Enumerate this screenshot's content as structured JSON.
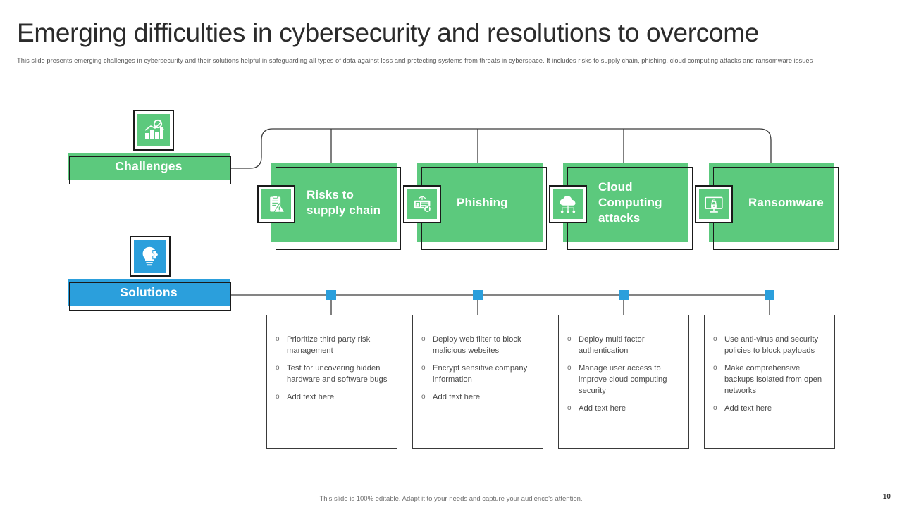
{
  "header": {
    "title": "Emerging difficulties in cybersecurity and resolutions to overcome",
    "subtitle": "This slide presents emerging challenges in cybersecurity and their solutions helpful in safeguarding all types of data against loss and protecting systems from threats in cyberspace. It includes risks to supply chain, phishing, cloud computing attacks and ransomware issues"
  },
  "colors": {
    "green": "#5CC97D",
    "blue": "#2B9FDC",
    "outline": "#1a1a1a",
    "text": "#4a4a4a"
  },
  "rows": {
    "challenges": {
      "label": "Challenges",
      "icon": "bar-chart-magnifier-icon"
    },
    "solutions": {
      "label": "Solutions",
      "icon": "lightbulb-puzzle-icon"
    }
  },
  "challenges": [
    {
      "label": "Risks to supply chain",
      "icon": "clipboard-warning-icon"
    },
    {
      "label": "Phishing",
      "icon": "id-card-lock-icon"
    },
    {
      "label": "Cloud Computing attacks",
      "icon": "cloud-network-icon"
    },
    {
      "label": "Ransomware",
      "icon": "monitor-lock-icon"
    }
  ],
  "solutions": [
    {
      "items": [
        "Prioritize third party risk management",
        "Test for uncovering hidden hardware and software bugs",
        "Add text here"
      ]
    },
    {
      "items": [
        "Deploy web filter to block malicious websites",
        "Encrypt sensitive company information",
        "Add text here"
      ]
    },
    {
      "items": [
        "Deploy multi factor authentication",
        "Manage user access to improve cloud computing security",
        "Add text here"
      ]
    },
    {
      "items": [
        "Use anti-virus and security policies to block payloads",
        "Make comprehensive backups isolated from open networks",
        "Add text here"
      ]
    }
  ],
  "bullet_glyph": "o",
  "footer": {
    "note": "This slide is 100% editable. Adapt it to your needs and capture your audience's attention.",
    "page_number": "10"
  }
}
